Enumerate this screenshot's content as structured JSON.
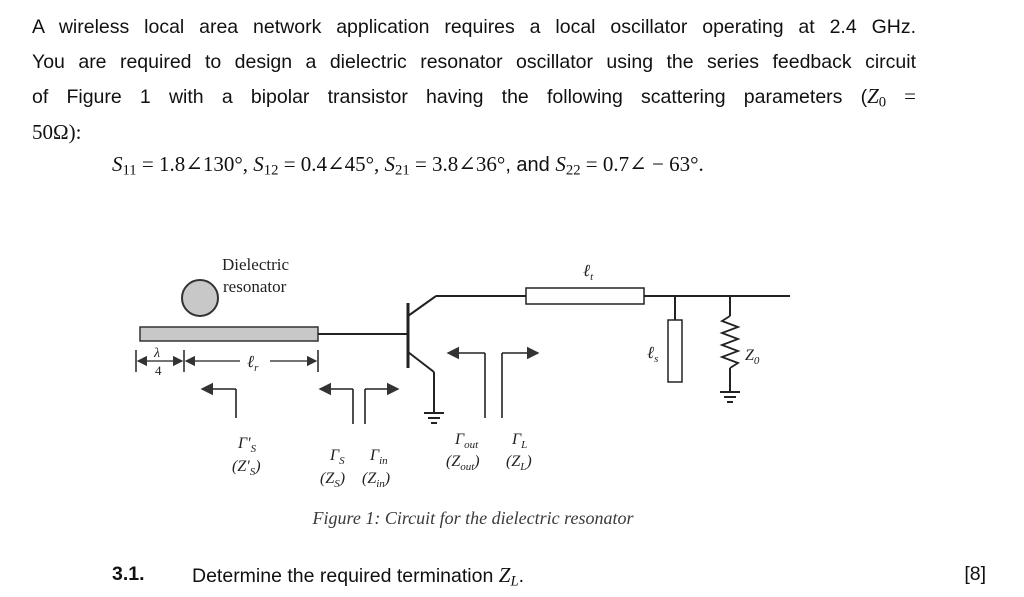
{
  "problem": {
    "intro_line1": "A wireless local area network application requires a local oscillator operating at 2.4 GHz.",
    "intro_line2": "You are required to design a dielectric resonator oscillator using the series feedback circuit",
    "intro_line3": "of Figure 1 with a bipolar transistor having the following scattering parameters (",
    "z0_var": "Z",
    "z0_sub": "0",
    "equals": " =",
    "impedance": "50Ω):",
    "s_params": {
      "s11_label": "S",
      "s11_sub": "11",
      "s11_value": " = 1.8∠130°, ",
      "s12_label": "S",
      "s12_sub": "12",
      "s12_value": " = 0.4∠45°, ",
      "s21_label": "S",
      "s21_sub": "21",
      "s21_value": " = 3.8∠36°",
      "and_text": ", and ",
      "s22_label": "S",
      "s22_sub": "22",
      "s22_value": " = 0.7∠ − 63°."
    }
  },
  "figure": {
    "resonator_label_line1": "Dielectric",
    "resonator_label_line2": "resonator",
    "quarter_num": "λ",
    "quarter_den": "4",
    "lr": "ℓ",
    "lr_sub": "r",
    "lt": "ℓ",
    "lt_sub": "t",
    "ls": "ℓ",
    "ls_sub": "s",
    "z0": "Z",
    "z0_sub": "0",
    "gs_prime": "Γ′",
    "gs_prime_sub": "S",
    "zs_prime": "(Z′",
    "zs_prime_sub": "S",
    "gs": "Γ",
    "gs_sub": "S",
    "zs": "(Z",
    "zs_sub": "S",
    "gin": "Γ",
    "gin_sub": "in",
    "zin": "(Z",
    "zin_sub": "in",
    "gout": "Γ",
    "gout_sub": "out",
    "zout": "(Z",
    "zout_sub": "out",
    "gl": "Γ",
    "gl_sub": "L",
    "zl": "(Z",
    "zl_sub": "L",
    "close_paren": ")",
    "caption": "Figure 1: Circuit for the dielectric resonator"
  },
  "question": {
    "number": "3.1.",
    "text": "Determine the required termination ",
    "var": "Z",
    "var_sub": "L",
    "end": ".",
    "marks": "[8]"
  }
}
